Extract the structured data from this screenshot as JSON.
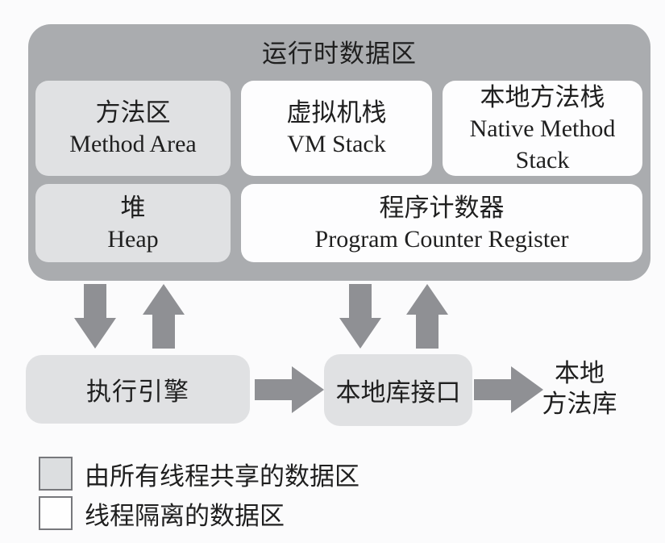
{
  "title": "运行时数据区",
  "runtime_area": {
    "method_area": {
      "zh": "方法区",
      "en": "Method Area"
    },
    "vm_stack": {
      "zh": "虚拟机栈",
      "en": "VM Stack"
    },
    "native_method_stack": {
      "zh": "本地方法栈",
      "en": "Native Method Stack"
    },
    "heap": {
      "zh": "堆",
      "en": "Heap"
    },
    "pc_register": {
      "zh": "程序计数器",
      "en": "Program Counter Register"
    }
  },
  "engine_row": {
    "execution_engine": "执行引擎",
    "native_interface": "本地库接口",
    "native_method_library_line1": "本地",
    "native_method_library_line2": "方法库"
  },
  "legend": {
    "shared_label": "由所有线程共享的数据区",
    "isolated_label": "线程隔离的数据区"
  },
  "icons": {
    "down": "arrow-down-icon",
    "up": "arrow-up-icon",
    "right": "arrow-right-icon"
  },
  "colors": {
    "container_gray": "#aaacaf",
    "shared_box_gray": "#e0e1e3",
    "isolated_box_white": "#fdfdfe",
    "arrow_gray": "#8f9094",
    "legend_border": "#77787c",
    "text": "#1f1f1f",
    "background": "#fbfbfc"
  }
}
